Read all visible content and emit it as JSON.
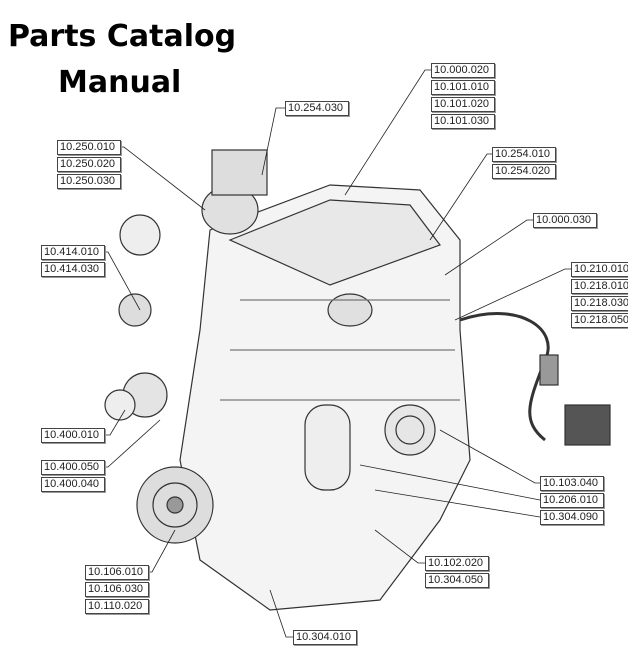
{
  "title": {
    "line1": "Parts Catalog",
    "line2": "Manual"
  },
  "groups": {
    "g1": [
      "10.254.030"
    ],
    "g2": [
      "10.000.020",
      "10.101.010",
      "10.101.020",
      "10.101.030"
    ],
    "g3": [
      "10.250.010",
      "10.250.020",
      "10.250.030"
    ],
    "g4": [
      "10.254.010",
      "10.254.020"
    ],
    "g5": [
      "10.000.030"
    ],
    "g6": [
      "10.414.010",
      "10.414.030"
    ],
    "g7": [
      "10.210.010",
      "10.218.010",
      "10.218.030",
      "10.218.050"
    ],
    "g8": [
      "10.400.010"
    ],
    "g9": [
      "10.400.050",
      "10.400.040"
    ],
    "g10": [
      "10.103.040",
      "10.206.010",
      "10.304.090"
    ],
    "g11": [
      "10.106.010",
      "10.106.030",
      "10.110.020"
    ],
    "g12": [
      "10.102.020",
      "10.304.050"
    ],
    "g13": [
      "10.304.010"
    ]
  }
}
